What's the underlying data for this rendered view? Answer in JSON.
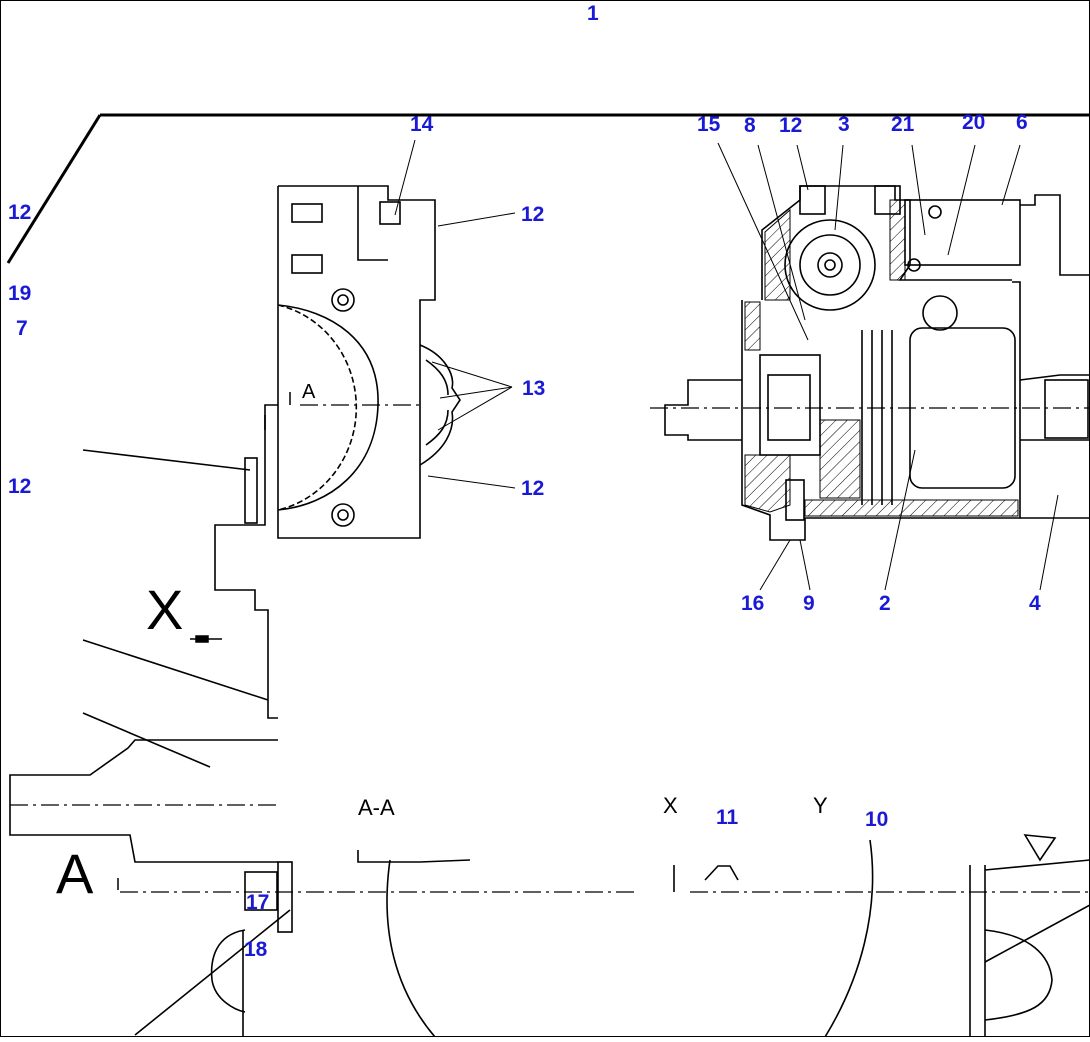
{
  "callouts": [
    "1",
    "14",
    "12",
    "12",
    "19",
    "7",
    "13",
    "12",
    "12",
    "15",
    "8",
    "12",
    "3",
    "21",
    "20",
    "6",
    "16",
    "9",
    "2",
    "4",
    "11",
    "10",
    "17",
    "18"
  ],
  "section_labels": {
    "a_marker": "A",
    "x_marker": "X",
    "section_aa": "A-A",
    "view_x": "X",
    "view_y": "Y",
    "big_a": "A"
  },
  "colors": {
    "callout": "#1a1ad6",
    "line": "#000000",
    "background": "#ffffff"
  }
}
